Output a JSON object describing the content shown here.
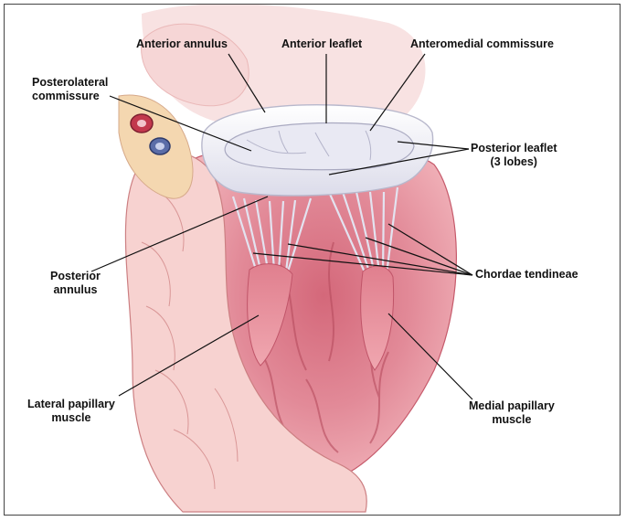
{
  "labels": {
    "anterior_annulus": "Anterior annulus",
    "anterior_leaflet": "Anterior leaflet",
    "anteromedial_commissure": "Anteromedial commissure",
    "posterolateral_commissure_1": "Posterolateral",
    "posterolateral_commissure_2": "commissure",
    "posterior_leaflet_1": "Posterior leaflet",
    "posterior_leaflet_2": "(3 lobes)",
    "posterior_annulus_1": "Posterior",
    "posterior_annulus_2": "annulus",
    "chordae_tendineae": "Chordae tendineae",
    "lateral_papillary_1": "Lateral papillary",
    "lateral_papillary_2": "muscle",
    "medial_papillary_1": "Medial papillary",
    "medial_papillary_2": "muscle"
  },
  "colors": {
    "tissue": "#e8909c",
    "tissue_dark": "#c85d6e",
    "leaflet": "#f4f4fa",
    "chordae": "#dcdcec",
    "muscle_wall": "#f7d0cf",
    "background_tissue": "#f7dddd",
    "leader_line": "#111111"
  }
}
